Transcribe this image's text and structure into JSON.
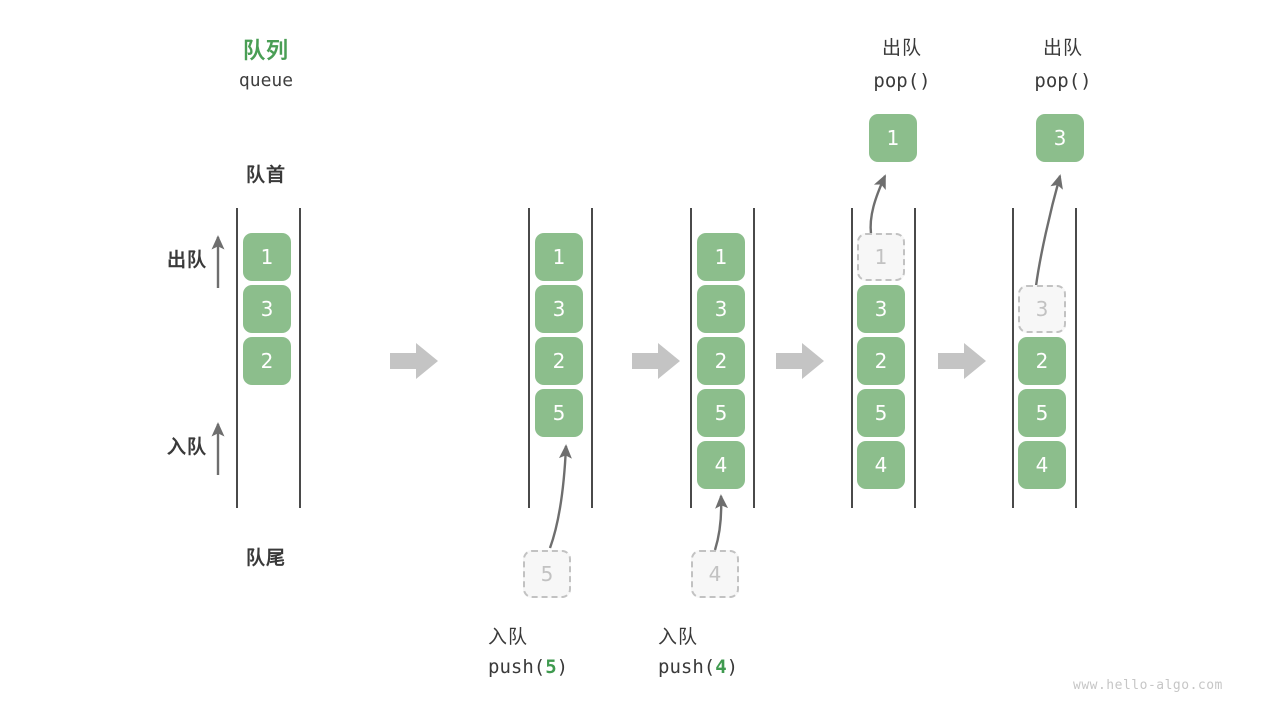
{
  "diagram": {
    "title_cn": "队列",
    "title_en": "queue",
    "head_label": "队首",
    "tail_label": "队尾",
    "dequeue_label": "出队",
    "enqueue_label": "入队",
    "watermark": "www.hello-algo.com",
    "colors": {
      "cell_fill": "#8cbe8c",
      "cell_text": "#ffffff",
      "ghost_fill": "#f7f7f7",
      "ghost_border": "#c2c2c2",
      "ghost_text": "#c2c2c2",
      "title_green": "#4a9e55",
      "code_value_green": "#3f9a4f",
      "rail": "#4a4a4a",
      "arrow_gray": "#6e6e6e",
      "step_arrow_gray": "#c4c4c4",
      "text": "#3a3a3a",
      "watermark": "#c6c6c6",
      "background": "#ffffff"
    },
    "steps": [
      {
        "id": "initial",
        "cells": [
          "1",
          "3",
          "2"
        ],
        "ghost_index": -1,
        "op_cn": "",
        "op_code": "",
        "popped": ""
      },
      {
        "id": "push-5",
        "cells": [
          "1",
          "3",
          "2",
          "5"
        ],
        "ghost_index": -1,
        "op_cn": "入队",
        "op_code_prefix": "push(",
        "op_code_value": "5",
        "op_code_suffix": ")",
        "incoming": "5"
      },
      {
        "id": "push-4",
        "cells": [
          "1",
          "3",
          "2",
          "5",
          "4"
        ],
        "ghost_index": -1,
        "op_cn": "入队",
        "op_code_prefix": "push(",
        "op_code_value": "4",
        "op_code_suffix": ")",
        "incoming": "4"
      },
      {
        "id": "pop-1",
        "cells": [
          "1",
          "3",
          "2",
          "5",
          "4"
        ],
        "ghost_index": 0,
        "op_cn": "出队",
        "op_code_prefix": "pop(",
        "op_code_value": "",
        "op_code_suffix": ")",
        "popped": "1"
      },
      {
        "id": "pop-3",
        "cells": [
          "3",
          "2",
          "5",
          "4"
        ],
        "ghost_index": 0,
        "op_cn": "出队",
        "op_code_prefix": "pop(",
        "op_code_value": "",
        "op_code_suffix": ")",
        "popped": "3"
      }
    ]
  },
  "labels": {
    "pop_cn_1": "出队",
    "pop_code_1": "pop()",
    "pop_cn_2": "出队",
    "pop_code_2": "pop()",
    "push_cn_1": "入队",
    "push_cn_2": "入队",
    "push_code_1_prefix": "push(",
    "push_code_1_value": "5",
    "push_code_1_suffix": ")",
    "push_code_2_prefix": "push(",
    "push_code_2_value": "4",
    "push_code_2_suffix": ")"
  },
  "cells": {
    "col1": [
      "1",
      "3",
      "2"
    ],
    "col2": [
      "1",
      "3",
      "2",
      "5"
    ],
    "col3": [
      "1",
      "3",
      "2",
      "5",
      "4"
    ],
    "col4": [
      "1",
      "3",
      "2",
      "5",
      "4"
    ],
    "col5": [
      "3",
      "2",
      "5",
      "4"
    ],
    "popped1": "1",
    "popped2": "3",
    "incoming1": "5",
    "incoming2": "4"
  }
}
